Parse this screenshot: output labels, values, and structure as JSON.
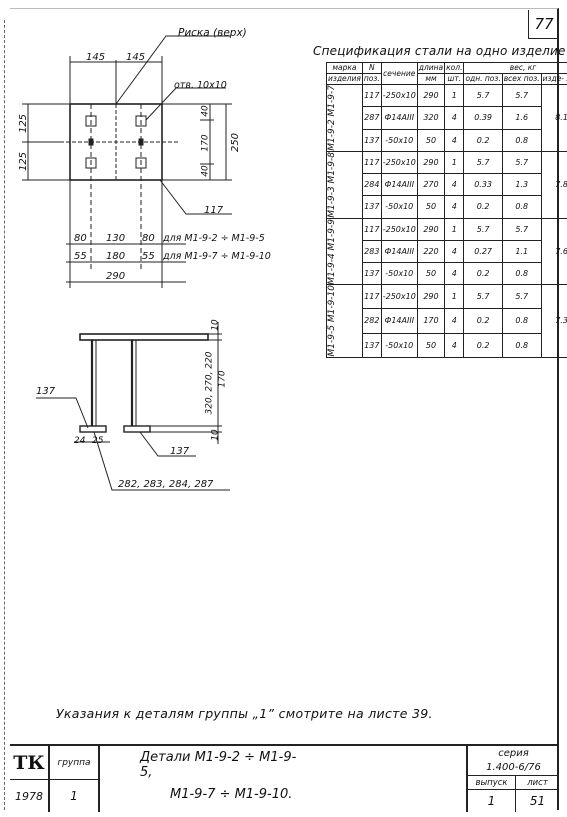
{
  "sheet_corner_number": "77",
  "top_view": {
    "label_risk": "Риска (верх)",
    "label_hole": "отв. 10х10",
    "dim_top": [
      "145",
      "145"
    ],
    "dim_left": [
      "125",
      "125"
    ],
    "dim_right_inner": [
      "40",
      "170",
      "40"
    ],
    "dim_right_total": "250",
    "pos_callout": "117",
    "dim_row1": [
      "80",
      "130",
      "80"
    ],
    "dim_row1_note": "для М1-9-2 ÷ М1-9-5",
    "dim_row2": [
      "55",
      "180",
      "55"
    ],
    "dim_row2_note": "для М1-9-7 ÷ М1-9-10",
    "dim_total": "290"
  },
  "side_view": {
    "label_top_thk": "10",
    "label_heights": "320, 270, 220",
    "label_170": "170",
    "label_bot_thk": "10",
    "label_137_left": "137",
    "label_137_right": "137",
    "label_24": "24",
    "label_25": "25",
    "label_bars": "282, 283, 284, 287"
  },
  "spec": {
    "title": "Спецификация стали на одно изделие",
    "headers": {
      "marka": "марка",
      "n": "N",
      "section": "сечение",
      "length": "длина",
      "qty": "кол.",
      "weight": "вес, кг",
      "izdelia": "изделия",
      "poz": "поз.",
      "mm": "мм",
      "sht": "шт.",
      "odn_poz": "одн. поз.",
      "vseh_poz": "всех поз.",
      "izdelia2": "изде- лия"
    },
    "groups": [
      {
        "mark": "М1-9-2 М1-9-7",
        "total": "8.1",
        "rows": [
          {
            "poz": "117",
            "section": "-250х10",
            "length": "290",
            "qty": "1",
            "w1": "5.7",
            "wall": "5.7"
          },
          {
            "poz": "287",
            "section": "Ф14АIII",
            "length": "320",
            "qty": "4",
            "w1": "0.39",
            "wall": "1.6"
          },
          {
            "poz": "137",
            "section": "-50х10",
            "length": "50",
            "qty": "4",
            "w1": "0.2",
            "wall": "0.8"
          }
        ]
      },
      {
        "mark": "М1-9-3 М1-9-8",
        "total": "7.8",
        "rows": [
          {
            "poz": "117",
            "section": "-250х10",
            "length": "290",
            "qty": "1",
            "w1": "5.7",
            "wall": "5.7"
          },
          {
            "poz": "284",
            "section": "Ф14АIII",
            "length": "270",
            "qty": "4",
            "w1": "0.33",
            "wall": "1.3"
          },
          {
            "poz": "137",
            "section": "-50х10",
            "length": "50",
            "qty": "4",
            "w1": "0.2",
            "wall": "0.8"
          }
        ]
      },
      {
        "mark": "М1-9-4 М1-9-9",
        "total": "7.6",
        "rows": [
          {
            "poz": "117",
            "section": "-250х10",
            "length": "290",
            "qty": "1",
            "w1": "5.7",
            "wall": "5.7"
          },
          {
            "poz": "283",
            "section": "Ф14АIII",
            "length": "220",
            "qty": "4",
            "w1": "0.27",
            "wall": "1.1"
          },
          {
            "poz": "137",
            "section": "-50х10",
            "length": "50",
            "qty": "4",
            "w1": "0.2",
            "wall": "0.8"
          }
        ]
      },
      {
        "mark": "М1-9-5 М1-9-10",
        "total": "7.3",
        "rows": [
          {
            "poz": "117",
            "section": "-250х10",
            "length": "290",
            "qty": "1",
            "w1": "5.7",
            "wall": "5.7"
          },
          {
            "poz": "282",
            "section": "Ф14АIII",
            "length": "170",
            "qty": "4",
            "w1": "0.2",
            "wall": "0.8"
          },
          {
            "poz": "137",
            "section": "-50х10",
            "length": "50",
            "qty": "4",
            "w1": "0.2",
            "wall": "0.8"
          }
        ]
      }
    ]
  },
  "note": "Указания к деталям группы „1” смотрите на листе 39.",
  "title_block": {
    "tk": "ТК",
    "group_label": "группа",
    "year": "1978",
    "group_value": "1",
    "title_line1": "Детали М1-9-2 ÷ М1-9-5,",
    "title_line2": "М1-9-7 ÷ М1-9-10.",
    "series_label": "серия",
    "series_value": "1.400-6/76",
    "issue_label": "выпуск",
    "sheet_label": "лист",
    "issue_value": "1",
    "sheet_value": "51"
  }
}
